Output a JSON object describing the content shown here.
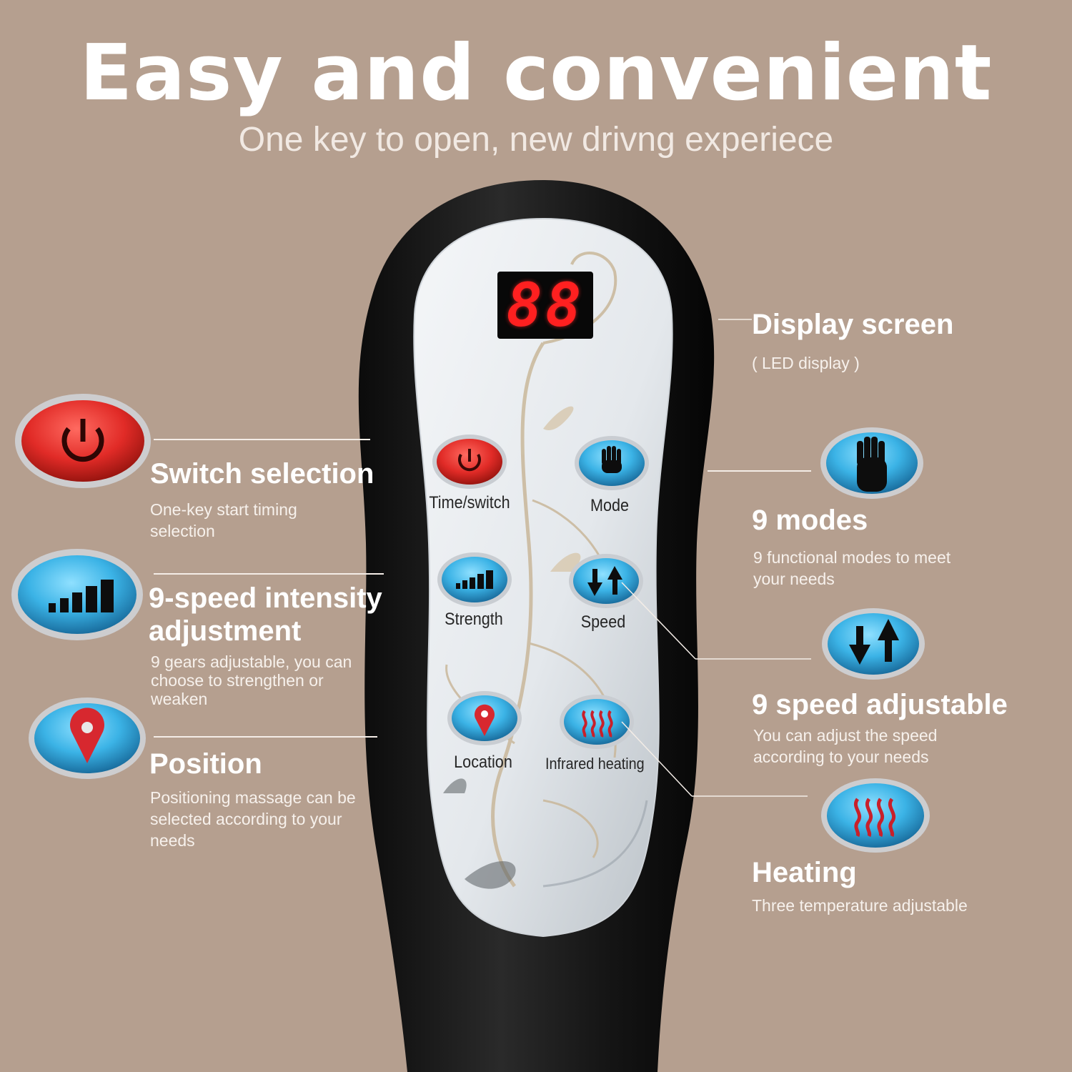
{
  "header": {
    "title": "Easy and convenient",
    "subtitle": "One key to open, new drivng experiece"
  },
  "display": {
    "readout": "88"
  },
  "remote_buttons": {
    "time_switch": "Time/switch",
    "mode": "Mode",
    "strength": "Strength",
    "speed": "Speed",
    "location": "Location",
    "infrared_heating": "Infrared heating"
  },
  "features": {
    "display_screen": {
      "title": "Display screen",
      "desc": "( LED display )"
    },
    "switch": {
      "title": "Switch selection",
      "desc": "One-key start timing selection"
    },
    "modes": {
      "title": "9 modes",
      "desc": "9 functional modes to meet your needs"
    },
    "intensity": {
      "title": "9-speed intensity adjustment",
      "desc": "9 gears adjustable, you can choose to strengthen or weaken"
    },
    "speed": {
      "title": "9 speed adjustable",
      "desc": "You can adjust the speed according to your needs"
    },
    "position": {
      "title": "Position",
      "desc": "Positioning massage can be selected according to your needs"
    },
    "heating": {
      "title": "Heating",
      "desc": "Three temperature adjustable"
    }
  },
  "colors": {
    "background": "#b59f8f",
    "red_button": "#e12b27",
    "blue_button": "#3bb3e6",
    "remote_body": "#161616",
    "led_digits": "#ff2020"
  }
}
